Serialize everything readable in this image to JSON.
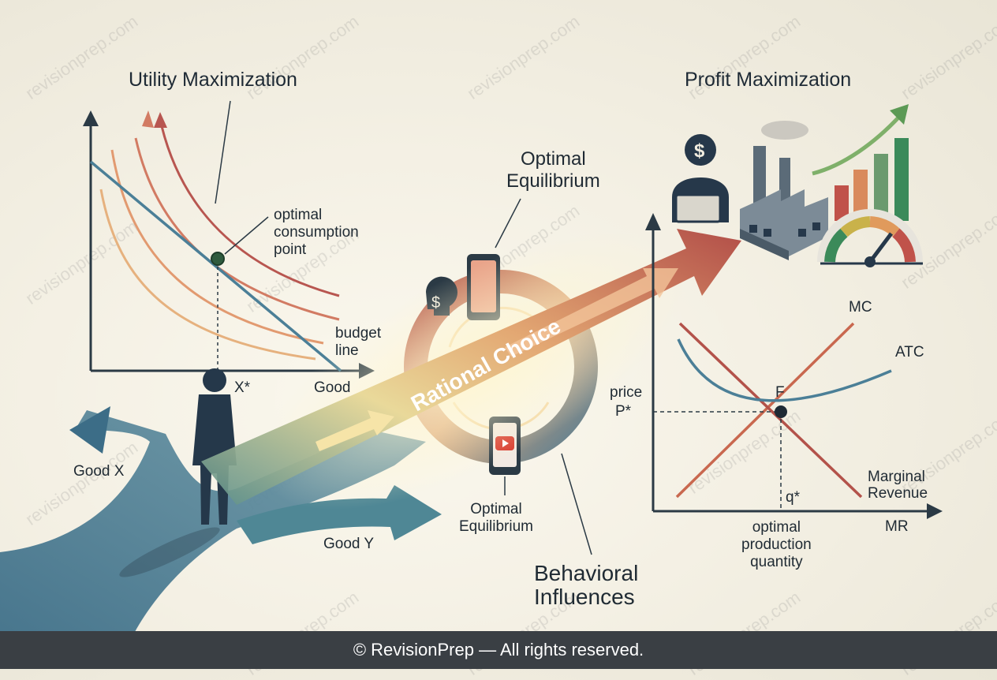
{
  "utility": {
    "title": "Utility Maximization",
    "optimal_point_label": "optimal\nconsumption\npoint",
    "budget_line_label": "budget\nline",
    "x_star": "X*",
    "axis_label": "Good"
  },
  "profit": {
    "title": "Profit Maximization",
    "mc_label": "MC",
    "atc_label": "ATC",
    "price_label": "price",
    "p_star": "P*",
    "f_label": "F",
    "marginal_revenue_label": "Marginal\nRevenue",
    "q_star": "q*",
    "optimal_production_label": "optimal\nproduction\nquantity",
    "mr_label": "MR"
  },
  "center": {
    "optimal_equilibrium_top": "Optimal\nEquilibrium",
    "optimal_equilibrium_bottom": "Optimal\nEquilibrium",
    "rational_choice": "Rational Choice",
    "behavioral_influences": "Behavioral\nInfluences"
  },
  "paths": {
    "good_x": "Good X",
    "good_y": "Good Y"
  },
  "watermark": "revisionprep.com",
  "footer": "© RevisionPrep — All rights reserved.",
  "colors": {
    "teal": "#3f6f84",
    "red": "#b3524a",
    "orange": "#e0a36b",
    "green": "#3b8a5a",
    "navy": "#26384a",
    "footer_bg": "#3a3f44"
  }
}
